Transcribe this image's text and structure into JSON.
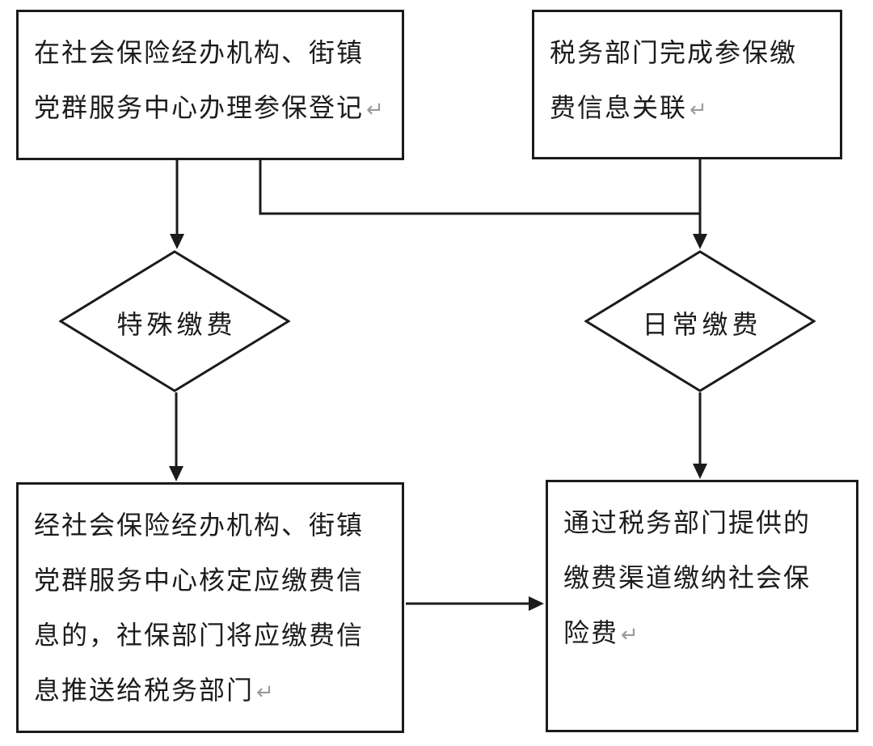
{
  "diagram": {
    "background": "#ffffff",
    "line_color": "#1b1b1b",
    "return_mark": "↵",
    "return_mark_color": "#9a9a9a"
  },
  "nodes": {
    "register": {
      "shape": "rectangle",
      "lines": [
        "在社会保险经办机构、街镇",
        "党群服务中心办理参保登记"
      ]
    },
    "tax_link": {
      "shape": "rectangle",
      "lines": [
        "税务部门完成参保缴",
        "费信息关联"
      ]
    },
    "special_payment": {
      "shape": "diamond",
      "label": "特殊缴费"
    },
    "daily_payment": {
      "shape": "diamond",
      "label": "日常缴费"
    },
    "verify_push": {
      "shape": "rectangle",
      "lines": [
        "经社会保险经办机构、街镇",
        "党群服务中心核定应缴费信",
        "息的，社保部门将应缴费信",
        "息推送给税务部门"
      ]
    },
    "pay_channel": {
      "shape": "rectangle",
      "lines": [
        "通过税务部门提供的",
        "缴费渠道缴纳社会保",
        "险费"
      ]
    }
  },
  "edges": [
    {
      "from": "register",
      "to": "special_payment",
      "style": "straight-arrow"
    },
    {
      "from": "register",
      "to": "daily_payment",
      "style": "elbow"
    },
    {
      "from": "tax_link",
      "to": "daily_payment",
      "style": "straight-arrow"
    },
    {
      "from": "special_payment",
      "to": "verify_push",
      "style": "straight-arrow"
    },
    {
      "from": "daily_payment",
      "to": "pay_channel",
      "style": "straight-arrow"
    },
    {
      "from": "verify_push",
      "to": "pay_channel",
      "style": "straight-arrow"
    }
  ]
}
